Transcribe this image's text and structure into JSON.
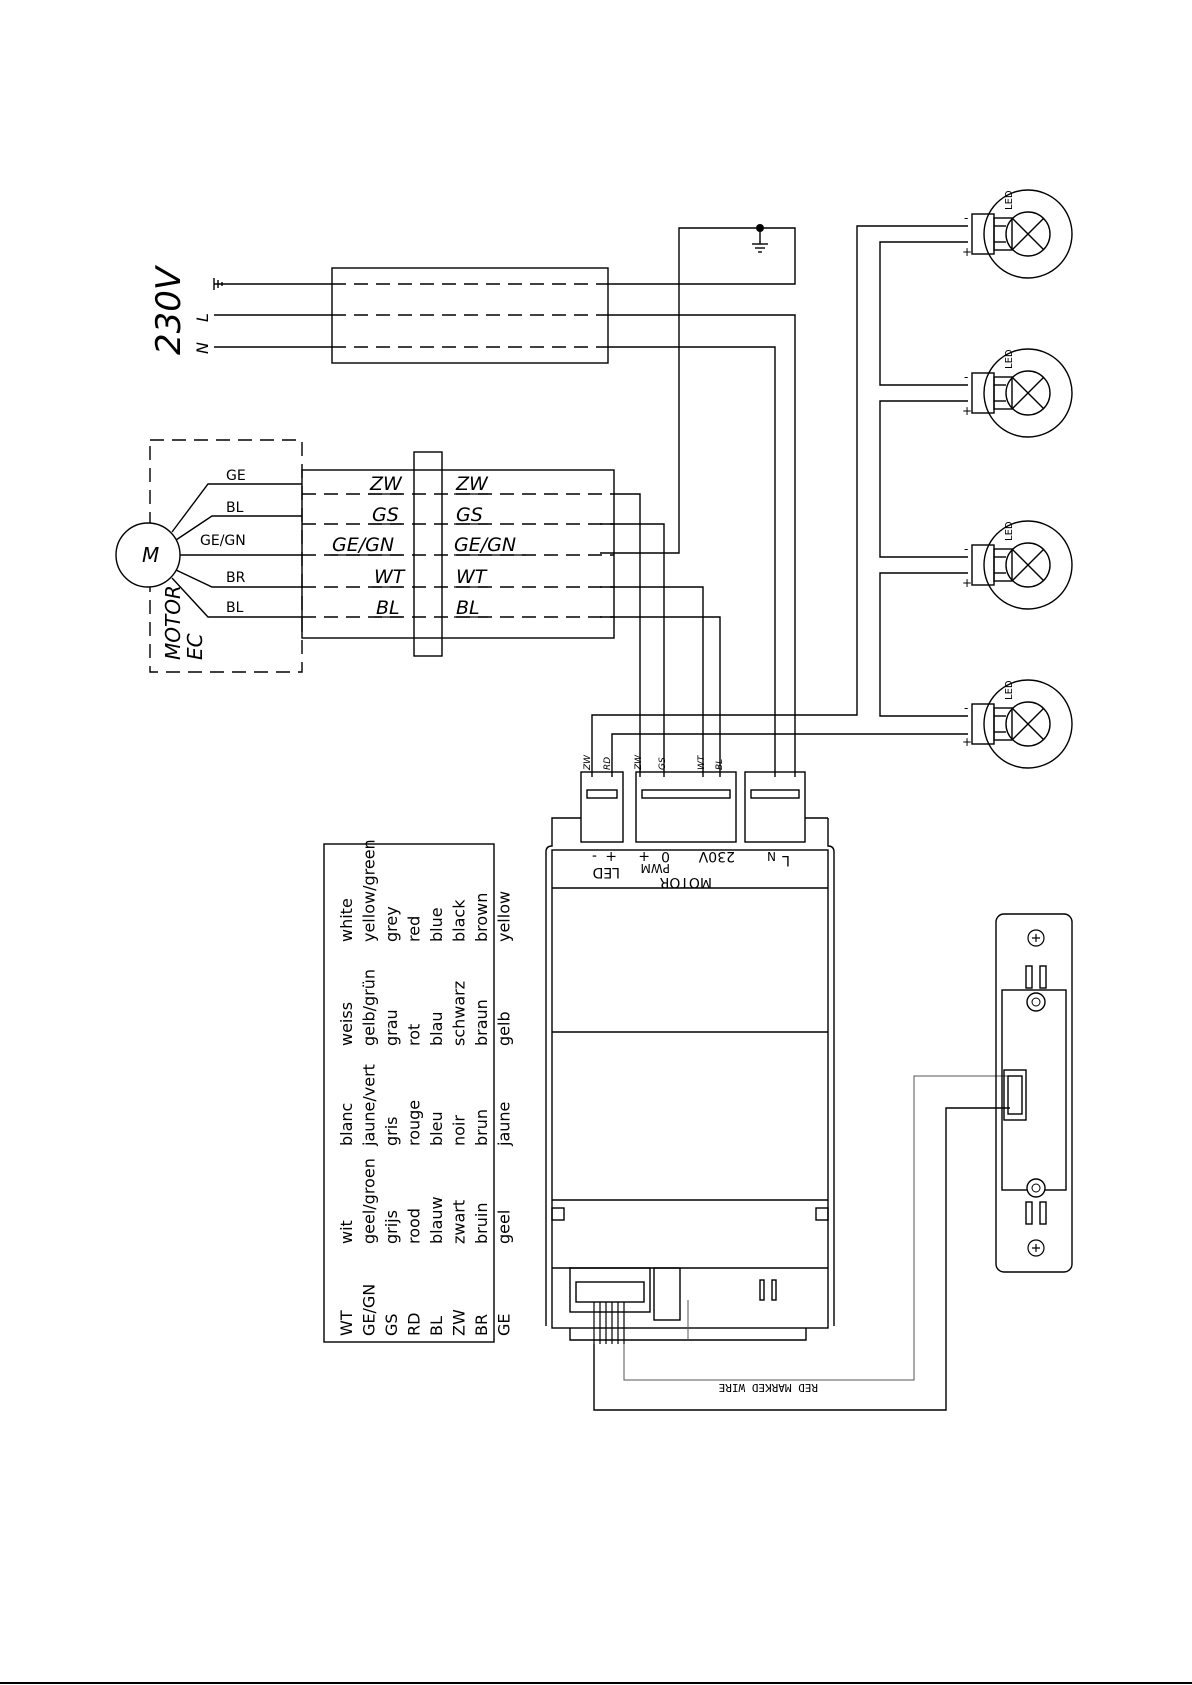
{
  "supply": {
    "voltage": "230V",
    "l_label": "L",
    "n_label": "N"
  },
  "motor": {
    "symbol": "M",
    "label_1": "MOTOR",
    "label_2": "EC",
    "wires_left": [
      "GE",
      "BL",
      "GE/GN",
      "BR",
      "BL"
    ],
    "wires_mid_left": [
      "ZW",
      "GS",
      "GE/GN",
      "WT",
      "BL"
    ],
    "wires_mid_right": [
      "ZW",
      "GS",
      "GE/GN",
      "WT",
      "BL"
    ]
  },
  "leds": {
    "label": "LED",
    "minus": "-",
    "plus": "+"
  },
  "controller": {
    "conn_led_wires": [
      "ZW",
      "RD"
    ],
    "conn_motor_wires": [
      "ZW",
      "GS",
      "WT",
      "BL"
    ],
    "led_label": "LED",
    "led_minus": "-",
    "led_plus": "+",
    "motor_label": "MOTOR",
    "pwm_label": "PWM",
    "pin_plus": "+",
    "pin_zero": "0",
    "pin_230v": "230V",
    "pin_l": "L",
    "pin_n": "N",
    "red_marked_wire": "RED MARKED WIRE"
  },
  "color_table": {
    "rows": [
      [
        "WT",
        "wit",
        "blanc",
        "weiss",
        "white"
      ],
      [
        "GE/GN",
        "geel/groen",
        "jaune/vert",
        "gelb/grün",
        "yellow/green"
      ],
      [
        "GS",
        "grijs",
        "gris",
        "grau",
        "grey"
      ],
      [
        "RD",
        "rood",
        "rouge",
        "rot",
        "red"
      ],
      [
        "BL",
        "blauw",
        "bleu",
        "blau",
        "blue"
      ],
      [
        "ZW",
        "zwart",
        "noir",
        "schwarz",
        "black"
      ],
      [
        "BR",
        "bruin",
        "brun",
        "braun",
        "brown"
      ],
      [
        "GE",
        "geel",
        "jaune",
        "gelb",
        "yellow"
      ]
    ]
  }
}
